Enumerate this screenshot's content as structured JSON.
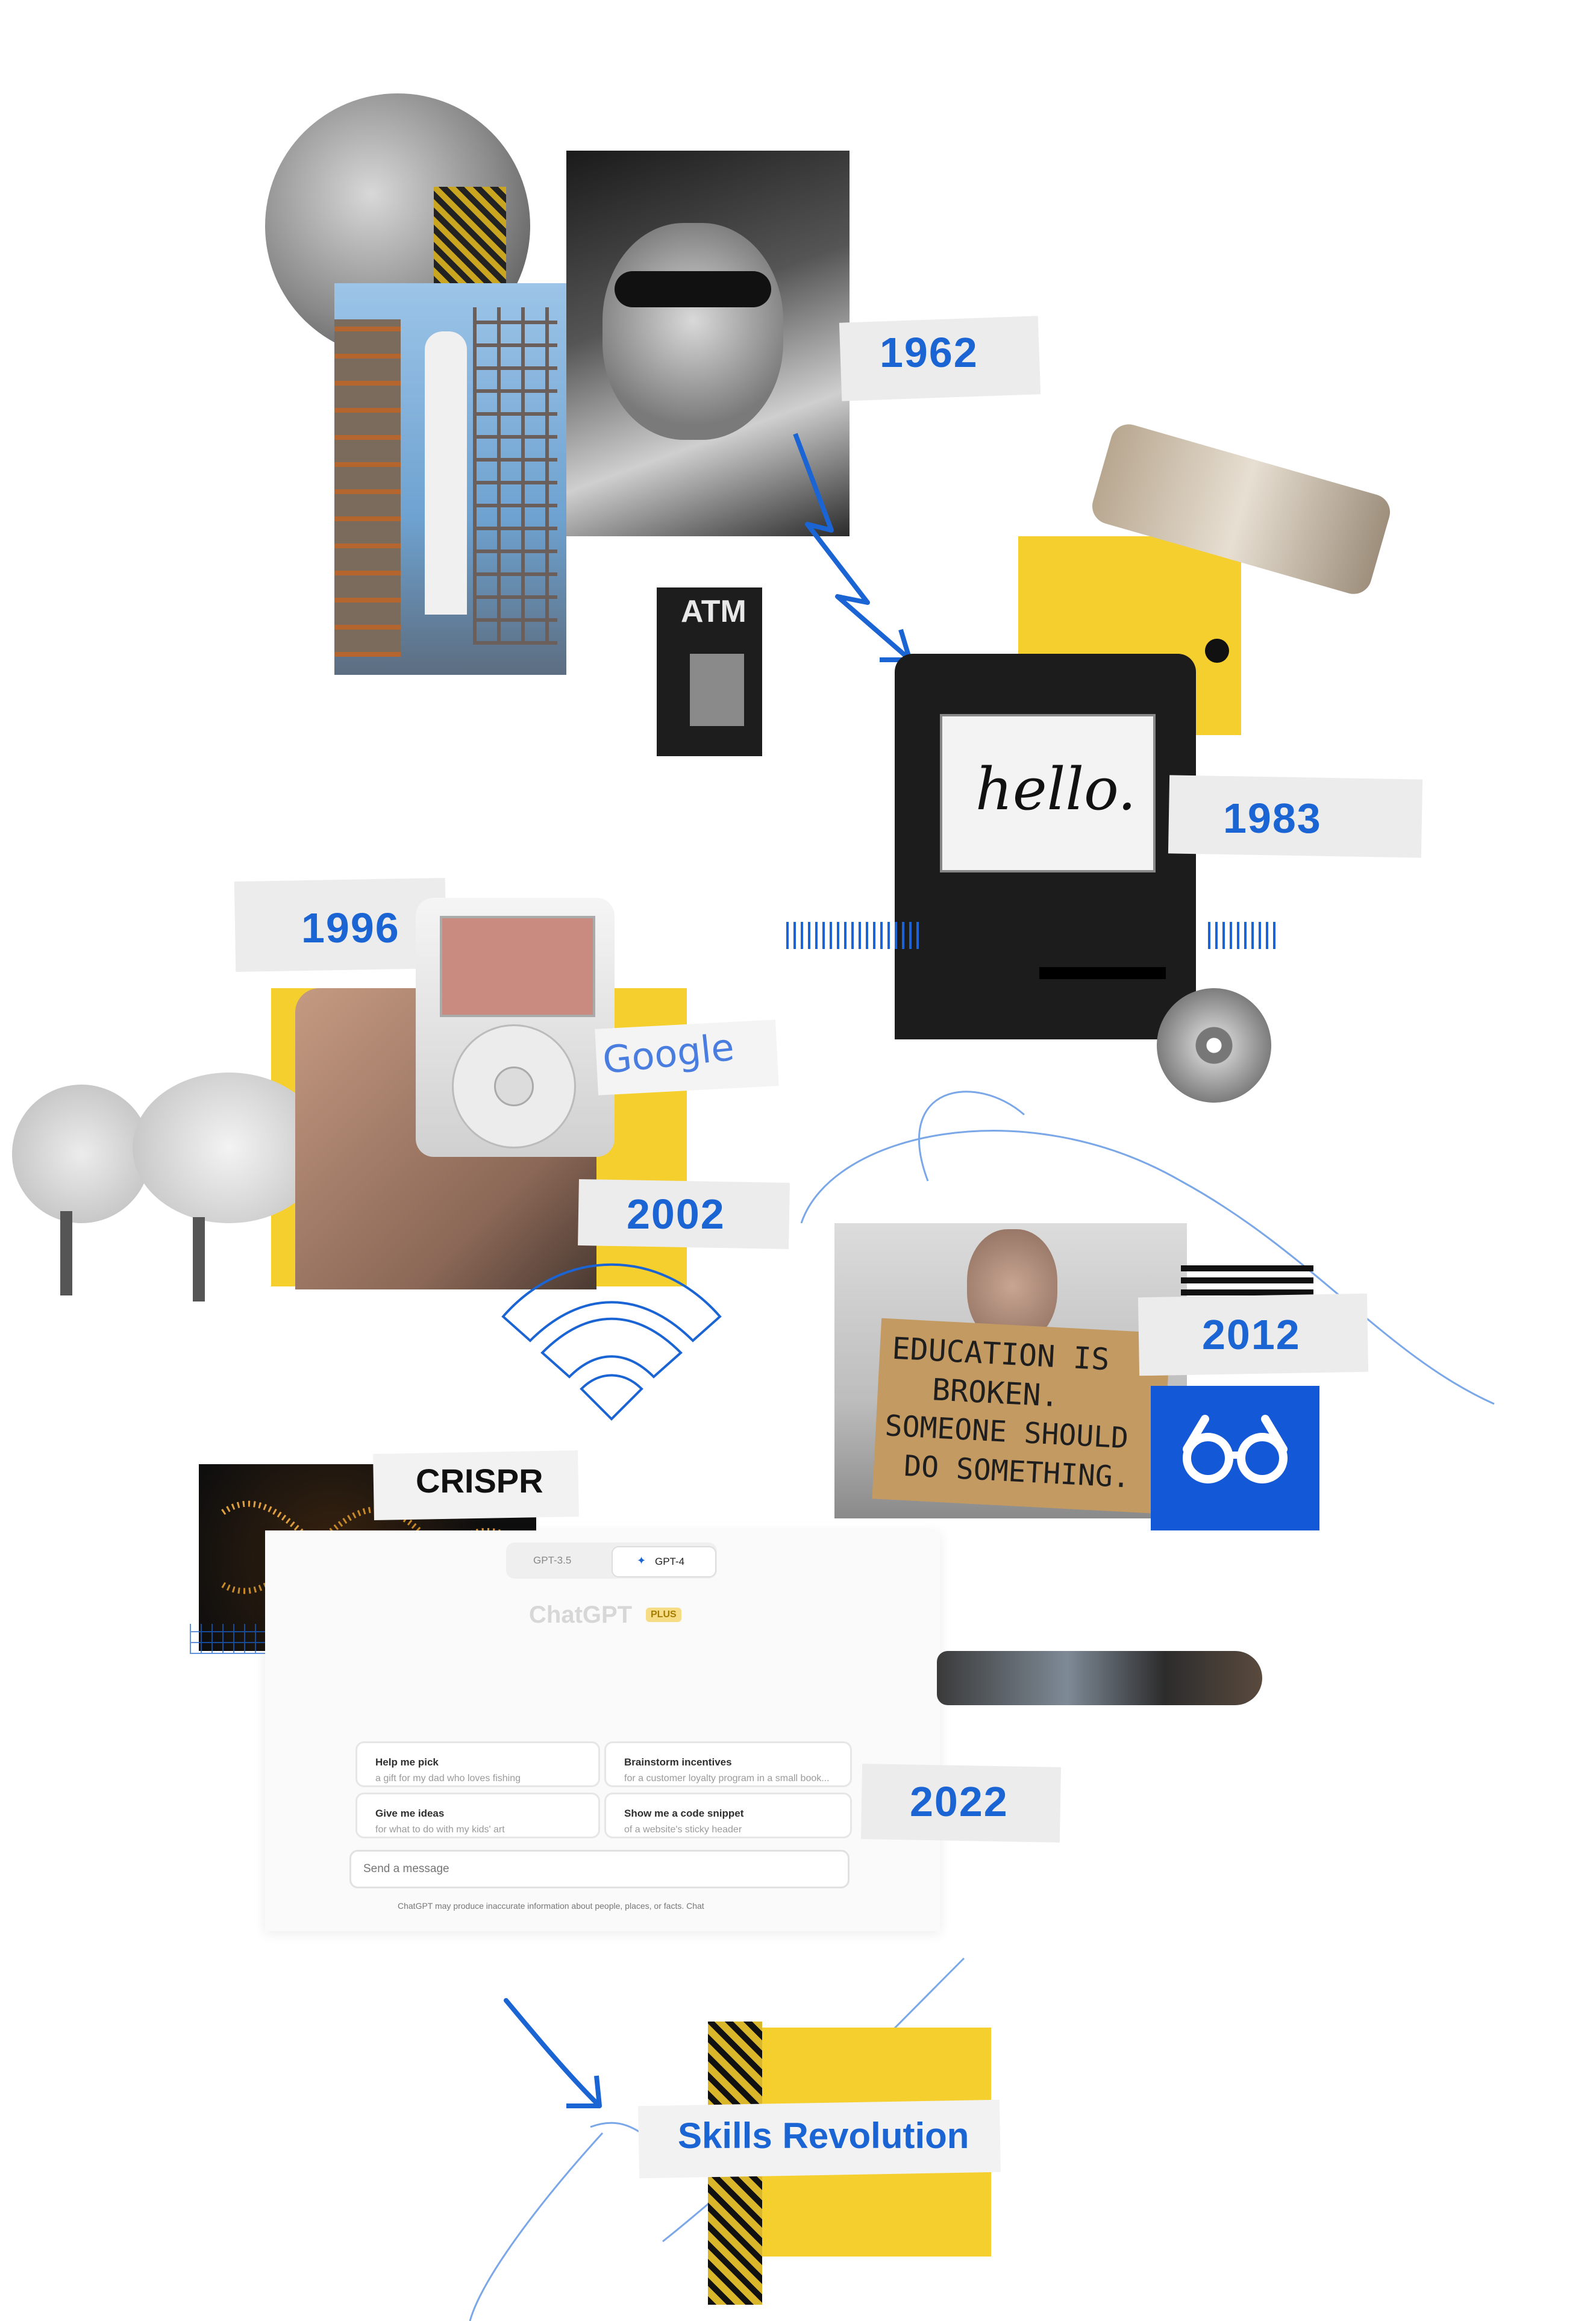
{
  "timeline": {
    "year_1962": "1962",
    "year_1983": "1983",
    "year_1996": "1996",
    "year_2002": "2002",
    "year_2012": "2012",
    "year_2022": "2022",
    "crispr_label": "CRISPR",
    "skills_revolution": "Skills Revolution"
  },
  "atm": {
    "sign": "ATM"
  },
  "macintosh": {
    "screen_text": "hello."
  },
  "google": {
    "logo": "Google"
  },
  "education_sign": {
    "line1": "EDUCATION IS",
    "line2": "BROKEN.",
    "line3": "SOMEONE SHOULD",
    "line4": "DO SOMETHING."
  },
  "chatgpt": {
    "tab_gpt35": "GPT-3.5",
    "tab_gpt4": "GPT-4",
    "title": "ChatGPT",
    "badge": "PLUS",
    "suggestions": [
      {
        "title": "Help me pick",
        "subtitle": "a gift for my dad who loves fishing"
      },
      {
        "title": "Brainstorm incentives",
        "subtitle": "for a customer loyalty program in a small book..."
      },
      {
        "title": "Give me ideas",
        "subtitle": "for what to do with my kids' art"
      },
      {
        "title": "Show me a code snippet",
        "subtitle": "of a website's sticky header"
      }
    ],
    "input_placeholder": "Send a message",
    "disclaimer": "ChatGPT may produce inaccurate information about people, places, or facts. Chat"
  },
  "colors": {
    "accent_blue": "#1b64d4",
    "yellow": "#f5cf2e",
    "scrap_gray": "#ececec"
  }
}
